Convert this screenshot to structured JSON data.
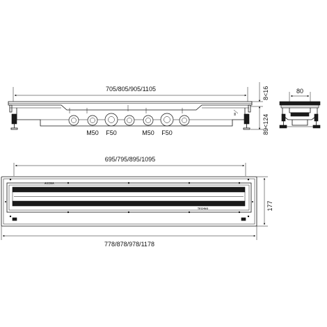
{
  "dimensions": {
    "side_length": "705/805/905/1105",
    "side_height_adjust": "8<16",
    "side_total_height": "89<124",
    "end_width": "80",
    "top_inner_length": "695/795/895/1095",
    "top_width": "177",
    "top_outer_length": "778/878/978/1178"
  },
  "outlets": [
    {
      "label": "M50"
    },
    {
      "label": "F50"
    },
    {
      "label": "M50"
    },
    {
      "label": "F50"
    }
  ],
  "brand_marks": {
    "left": "AKOMA",
    "right": "TECHNO"
  }
}
